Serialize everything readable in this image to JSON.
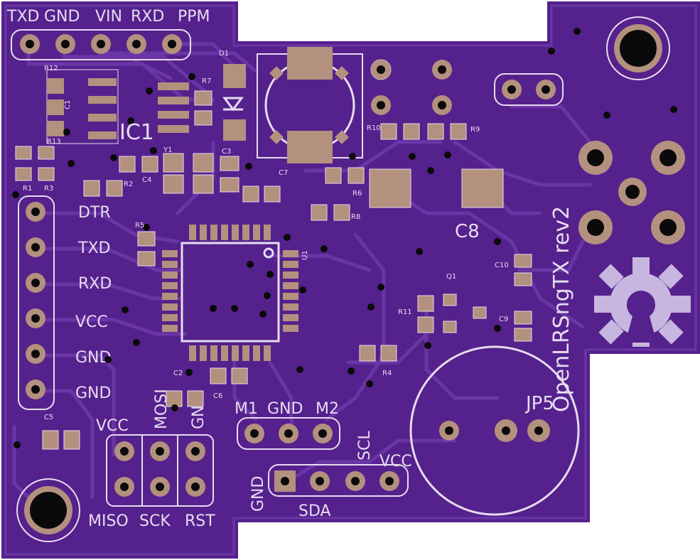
{
  "board": {
    "colors": {
      "soldermask": "#55218c",
      "trace": "#6a36a6",
      "copper_pad": "#b4907e",
      "silkscreen": "#e6dcf0",
      "hole": "#0a0a0a",
      "background": "#ffffff"
    },
    "title": "OpenLRSngTX rev2",
    "header_top": [
      "TXD",
      "GND",
      "VIN",
      "RXD",
      "PPM"
    ],
    "header_left": [
      "DTR",
      "TXD",
      "RXD",
      "VCC",
      "GND",
      "GND"
    ],
    "isp_labels": {
      "vcc": "VCC",
      "mosi": "MOSI",
      "gnd": "GND",
      "miso": "MISO",
      "sck": "SCK",
      "rst": "RST"
    },
    "module_labels": {
      "m1": "M1",
      "gnd": "GND",
      "m2": "M2"
    },
    "i2c_labels": {
      "gnd": "GND",
      "sda": "SDA",
      "scl": "SCL",
      "vcc": "VCC"
    },
    "refs": {
      "ic1": "IC1",
      "c8": "C8",
      "jp": "JP5",
      "d1": "D1",
      "r12": "R12",
      "r13": "R13",
      "c1": "C1",
      "r7": "R7",
      "y1": "Y1",
      "c3": "C3",
      "c7": "C7",
      "r10": "R10",
      "r9": "R9",
      "r1": "R1",
      "r3": "R3",
      "r2": "R2",
      "c4": "C4",
      "r6": "R6",
      "r8": "R8",
      "r5": "R5",
      "u1": "U1",
      "q1": "Q1",
      "c10": "C10",
      "r11": "R11",
      "c9": "C9",
      "r4": "R4",
      "c2": "C2",
      "c6": "C6",
      "c5": "C5"
    }
  }
}
